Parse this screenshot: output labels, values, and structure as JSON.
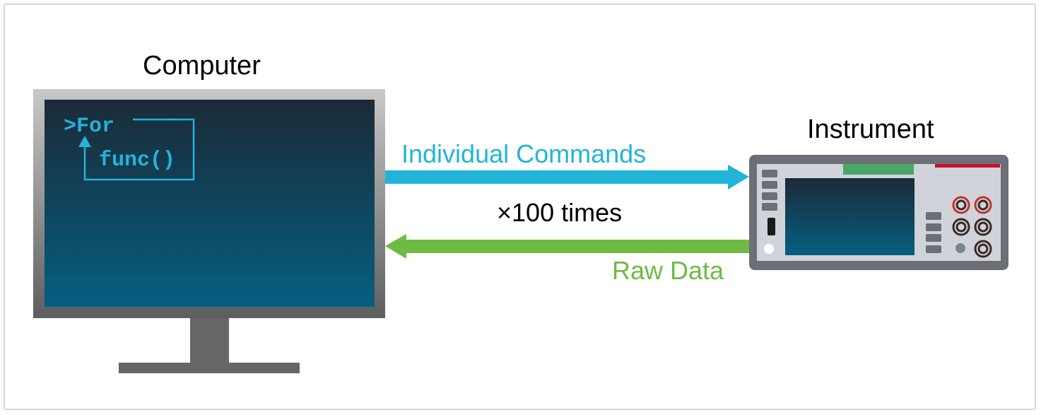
{
  "computer": {
    "label": "Computer",
    "code_line1": ">For",
    "code_line2": "func()"
  },
  "instrument": {
    "label": "Instrument"
  },
  "arrows": {
    "commands_label": "Individual Commands",
    "repeat_label": "×100 times",
    "data_label": "Raw Data"
  },
  "colors": {
    "commands": "#22b4d8",
    "data": "#6dbb45",
    "screen_top": "#1b2a38",
    "screen_bottom": "#055f80"
  }
}
